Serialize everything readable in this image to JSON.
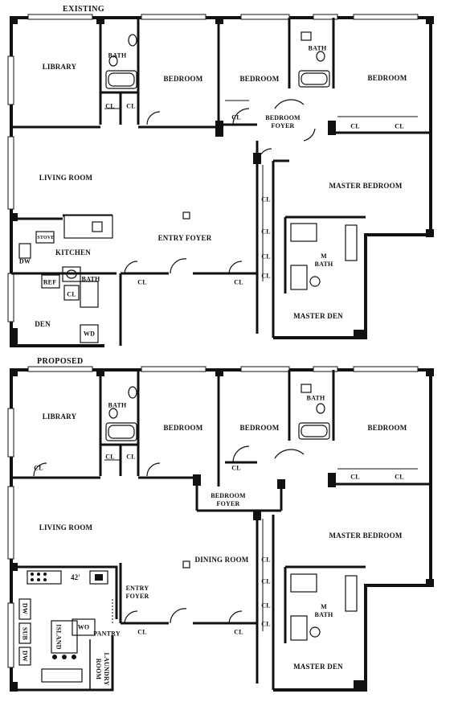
{
  "headers": {
    "existing": "EXISTING",
    "proposed": "PROPOSED"
  },
  "existing": {
    "library": "LIBRARY",
    "bath": "BATH",
    "bedroom_left": "BEDROOM",
    "bedroom_mid": "BEDROOM",
    "bath_mid": "BATH",
    "bedroom_right": "BEDROOM",
    "bedroom_foyer": "BEDROOM FOYER",
    "living_room": "LIVING ROOM",
    "master_bedroom": "MASTER BEDROOM",
    "entry_foyer": "ENTRY FOYER",
    "stove": "STOVE",
    "dw": "DW",
    "kitchen": "KITCHEN",
    "ref": "REF",
    "bath_small": "BATH",
    "m_bath": "M BATH",
    "den": "DEN",
    "wd": "WD",
    "master_den": "MASTER DEN",
    "cl": "CL"
  },
  "proposed": {
    "library": "LIBRARY",
    "bath": "BATH",
    "bedroom_left": "BEDROOM",
    "bedroom_mid": "BEDROOM",
    "bath_mid": "BATH",
    "bedroom_right": "BEDROOM",
    "bedroom_foyer": "BEDROOM FOYER",
    "living_room": "LIVING ROOM",
    "dining_room": "DINING ROOM",
    "master_bedroom": "MASTER BEDROOM",
    "entry_foyer": "ENTRY FOYER",
    "range_size": "42'",
    "dw": "DW",
    "sub": "SUB",
    "dw2": "DW",
    "island": "ISLAND",
    "wo": "WO",
    "pantry": "PANTRY",
    "laundry_room": "LAUNDRY ROOM",
    "m_bath": "M BATH",
    "master_den": "MASTER DEN",
    "cl": "CL"
  }
}
